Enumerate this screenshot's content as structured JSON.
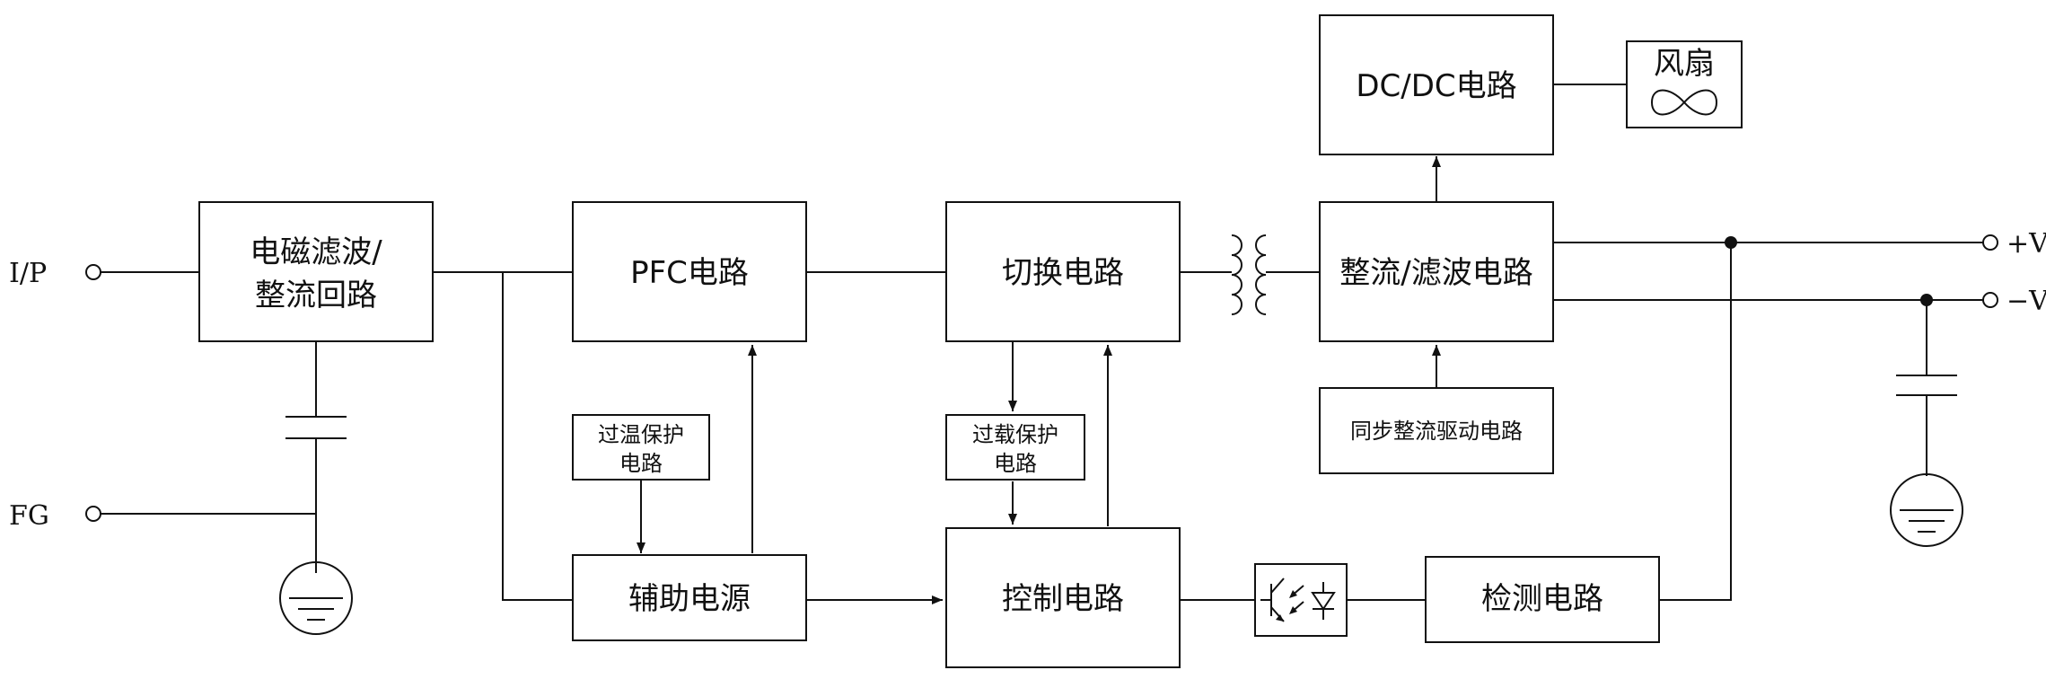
{
  "terminals": {
    "ip": "I/P",
    "fg": "FG",
    "plus_v": "+V",
    "minus_v": "−V"
  },
  "blocks": {
    "emi_line1": "电磁滤波/",
    "emi_line2": "整流回路",
    "pfc": "PFC电路",
    "switch": "切换电路",
    "rectifier": "整流/滤波电路",
    "dcdc": "DC/DC电路",
    "fan": "风扇",
    "sync_drive": "同步整流驱动电路",
    "overtemp_line1": "过温保护",
    "overtemp_line2": "电路",
    "overload_line1": "过载保护",
    "overload_line2": "电路",
    "aux_power": "辅助电源",
    "control": "控制电路",
    "detect": "检测电路"
  }
}
